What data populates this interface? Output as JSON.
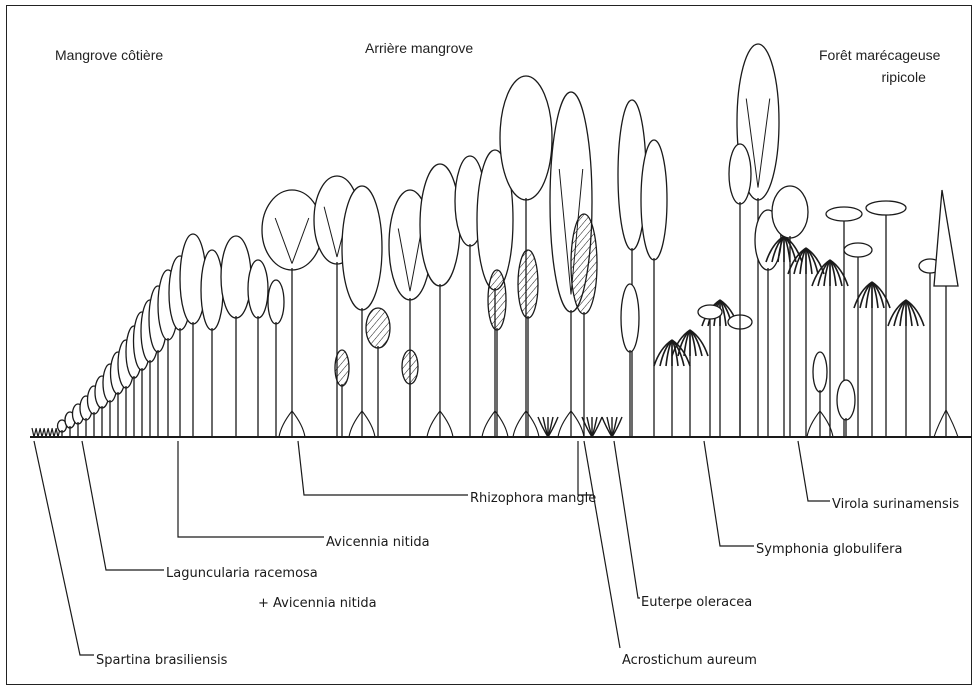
{
  "zones": {
    "coastal": "Mangrove côtière",
    "back": "Arrière mangrove",
    "swamp_line1": "Forêt marécageuse",
    "swamp_line2": "ripicole"
  },
  "species": {
    "spartina": "Spartina brasiliensis",
    "laguncularia": "Laguncularia racemosa",
    "laguncularia_extra": "+ Avicennia nitida",
    "avicennia": "Avicennia nitida",
    "rhizophora": "Rhizophora mangle",
    "acrostichum": "Acrostichum aureum",
    "euterpe": "Euterpe oleracea",
    "symphonia": "Symphonia globulifera",
    "virola": "Virola surinamensis"
  },
  "colors": {
    "ink": "#1a1a1a",
    "background": "#ffffff"
  }
}
